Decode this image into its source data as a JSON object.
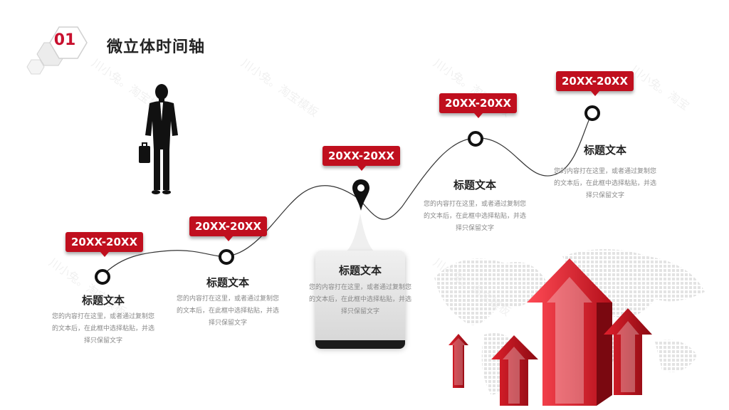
{
  "header": {
    "number": "01",
    "title": "微立体时间轴"
  },
  "milestones": [
    {
      "date": "20XX-20XX",
      "title": "标题文本",
      "desc": "您的内容打在这里，或者通过复制您的文本后，在此框中选择粘贴，并选择只保留文字"
    },
    {
      "date": "20XX-20XX",
      "title": "标题文本",
      "desc": "您的内容打在这里，或者通过复制您的文本后，在此框中选择粘贴，并选择只保留文字"
    },
    {
      "date": "20XX-20XX",
      "title": "标题文本",
      "desc": "您的内容打在这里，或者通过复制您的文本后，在此框中选择粘贴，并选择只保留文字"
    },
    {
      "date": "20XX-20XX",
      "title": "标题文本",
      "desc": "您的内容打在这里，或者通过复制您的文本后，在此框中选择粘贴，并选择只保留文字"
    },
    {
      "date": "20XX-20XX",
      "title": "标题文本",
      "desc": "您的内容打在这里，或者通过复制您的文本后，在此框中选择粘贴，并选择只保留文字"
    }
  ],
  "colors": {
    "accent": "#c00f1e",
    "dark": "#1a1a1a"
  },
  "icons": [
    "hexagon-icon",
    "businessman-silhouette-icon",
    "location-pin-icon",
    "red-arrows-icon",
    "world-map-icon"
  ]
}
